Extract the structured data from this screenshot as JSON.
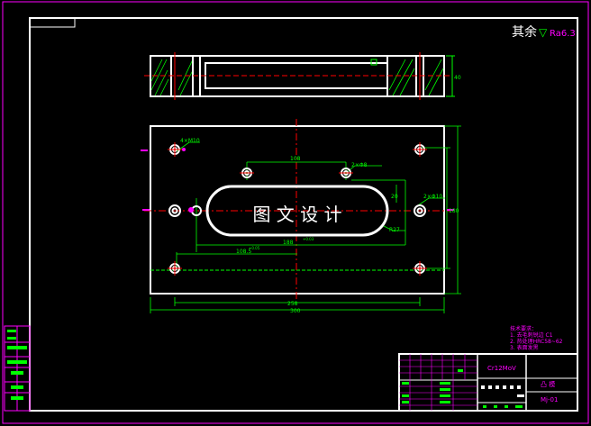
{
  "roughness": {
    "prefix": "其余",
    "symbol": "▽",
    "value": "Ra6.3"
  },
  "watermark": "图 文 设 计",
  "dims": {
    "overall_width": "300",
    "hole_spacing_x": "258",
    "inner_spacing": "108",
    "slot_length": "188",
    "slot_offset": "108.5",
    "side_height": "40",
    "right_height": "180",
    "hole_spec": "4×M10",
    "hole_spec2": "2×Φ8",
    "hole_spec3": "2×Φ10",
    "small_dim": "20",
    "radius": "R27",
    "tol1": "+0.03",
    "tol2": "+0.05"
  },
  "tech_notes": {
    "title": "技术要求：",
    "items": [
      "1. 去毛刺锐边 C1",
      "2. 热处理HRC58~62",
      "3. 表面发黑"
    ]
  },
  "title_block": {
    "material": "Cr12MoV",
    "part_name": "凸  模",
    "drawing_no": "Mj-01"
  },
  "colors": {
    "frame": "#ffffff",
    "border": "#ff00ff",
    "dim": "#00ff00",
    "center": "#ff0000",
    "text": "#ff00ff",
    "hatch": "#00ff00"
  }
}
